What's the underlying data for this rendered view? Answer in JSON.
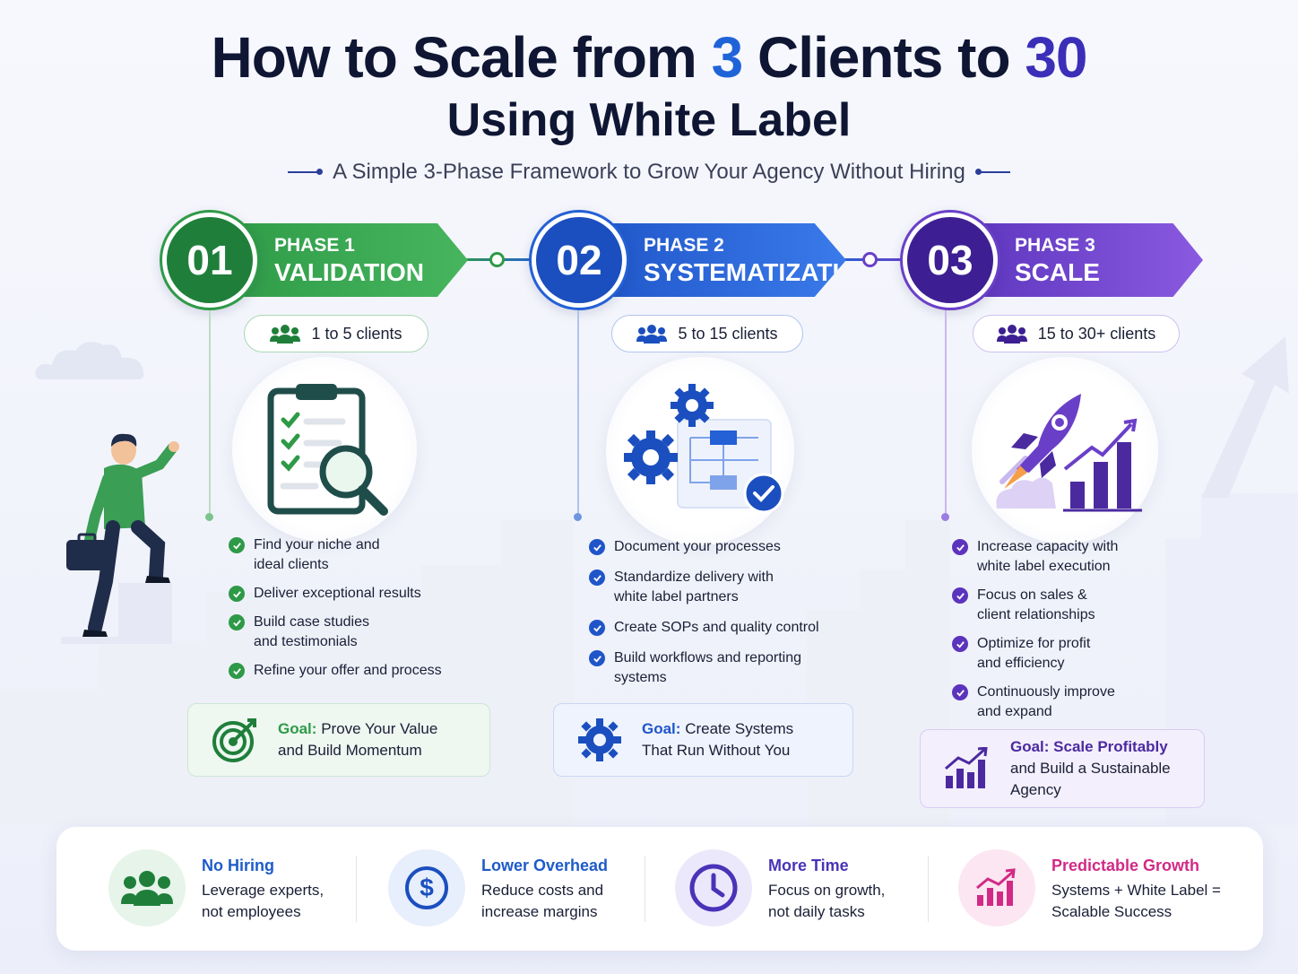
{
  "title": {
    "part1": "How to Scale from ",
    "highlight1": "3",
    "part2": " Clients to ",
    "highlight2": "30",
    "line2": "Using White Label"
  },
  "tagline": "A Simple 3-Phase Framework to Grow Your Agency Without Hiring",
  "colors": {
    "phase1": "#2e9a47",
    "phase2": "#2460d6",
    "phase3": "#6a3fc8",
    "dark": "#0f1633"
  },
  "phases": [
    {
      "number": "01",
      "label": "PHASE 1",
      "name": "VALIDATION",
      "clients": "1 to 5 clients",
      "icon": "clipboard-magnifier-icon",
      "items": [
        "Find your niche and ideal clients",
        "Deliver exceptional results",
        "Build case studies and testimonials",
        "Refine your offer and process"
      ],
      "goal_label": "Goal:",
      "goal_text": "Prove Your Value and Build Momentum"
    },
    {
      "number": "02",
      "label": "PHASE 2",
      "name": "SYSTEMATIZATION",
      "clients": "5 to 15 clients",
      "icon": "gears-workflow-icon",
      "items": [
        "Document your processes",
        "Standardize delivery with white label partners",
        "Create SOPs and quality control",
        "Build workflows and reporting systems"
      ],
      "goal_label": "Goal:",
      "goal_text": "Create Systems That Run Without You"
    },
    {
      "number": "03",
      "label": "PHASE 3",
      "name": "SCALE",
      "clients": "15 to 30+ clients",
      "icon": "rocket-growth-icon",
      "items": [
        "Increase capacity with white label execution",
        "Focus on sales & client relationships",
        "Optimize for profit and efficiency",
        "Continuously improve and expand"
      ],
      "goal_label": "Goal: Scale Profitably",
      "goal_text": "and Build a Sustainable Agency"
    }
  ],
  "benefits": [
    {
      "title": "No Hiring",
      "desc": "Leverage experts, not employees",
      "icon": "team-icon",
      "color": "#1e5bc9"
    },
    {
      "title": "Lower Overhead",
      "desc": "Reduce costs and increase margins",
      "icon": "dollar-icon",
      "color": "#1e5bc9"
    },
    {
      "title": "More Time",
      "desc": "Focus on growth, not daily tasks",
      "icon": "clock-icon",
      "color": "#4a33b8"
    },
    {
      "title": "Predictable Growth",
      "desc": "Systems + White Label = Scalable Success",
      "icon": "growth-chart-icon",
      "color": "#d12a86"
    }
  ]
}
